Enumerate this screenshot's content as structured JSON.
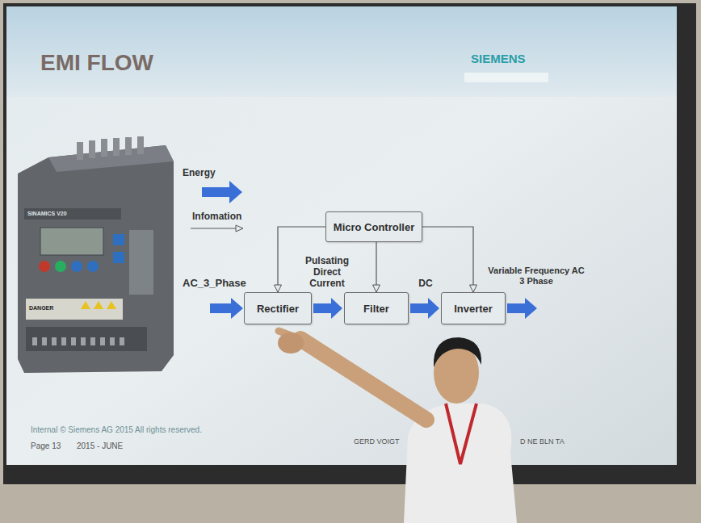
{
  "diagram": {
    "title": "EMI FLOW",
    "nodes": [
      {
        "text": [
          "Micro Controller"
        ]
      },
      {
        "text": [
          "Rectifier"
        ]
      },
      {
        "text": [
          "Filter"
        ]
      },
      {
        "text": [
          "Inverter"
        ]
      }
    ],
    "edges": [
      {
        "from": 0,
        "to": 1,
        "arrow": "to"
      },
      {
        "from": 0,
        "to": 2,
        "arrow": "to"
      },
      {
        "from": 0,
        "to": 3,
        "arrow": "to"
      },
      {
        "from": 1,
        "to": 2,
        "label": "Pulsating Direct Current",
        "arrow": "to"
      },
      {
        "from": 2,
        "to": 3,
        "label": "DC",
        "arrow": "to"
      }
    ],
    "labels": [
      "SIEMENS",
      "SINAMICS V20",
      "DANGER",
      "AC_3_Phase",
      "Variable Frequency AC 3 Phase",
      "Internal © Siemens AG 2015 All rights reserved.",
      "Page 13",
      "2015 - JUNE",
      "GERD VOIGT",
      "D NE BLN TA"
    ],
    "legend": [
      {
        "text": "Energy"
      },
      {
        "text": "Infomation"
      }
    ]
  }
}
